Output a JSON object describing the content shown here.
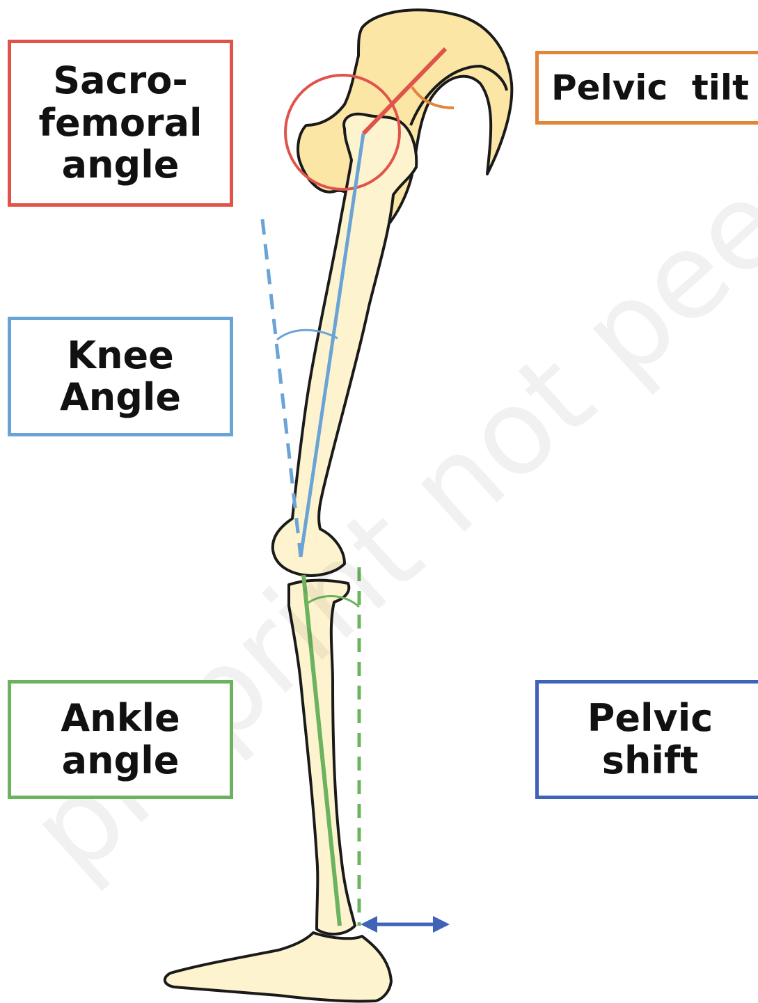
{
  "labels": {
    "sacro_femoral": {
      "line1": "Sacro-",
      "line2": "femoral",
      "line3": "angle",
      "color": "#e0534a"
    },
    "knee": {
      "line1": "Knee",
      "line2": "Angle",
      "color": "#6aa3d6"
    },
    "ankle": {
      "line1": "Ankle",
      "line2": "angle",
      "color": "#6cb35e"
    },
    "pelvic_tilt": {
      "line1": "Pelvic  tilt",
      "color": "#e0853a"
    },
    "pelvic_shift": {
      "line1": "Pelvic",
      "line2": "shift",
      "color": "#3f63b8"
    }
  },
  "watermark": "preprint not peer reviewed",
  "colors": {
    "bone_fill": "#fdf3cf",
    "pelvis_fill": "#fbe6a6",
    "outline": "#1a1a1a",
    "hip_circle": "#e0534a",
    "pelvic_tilt_arc": "#e0853a",
    "knee_line": "#6aa3d6",
    "ankle_line": "#6cb35e",
    "shift_line": "#3f63b8"
  }
}
